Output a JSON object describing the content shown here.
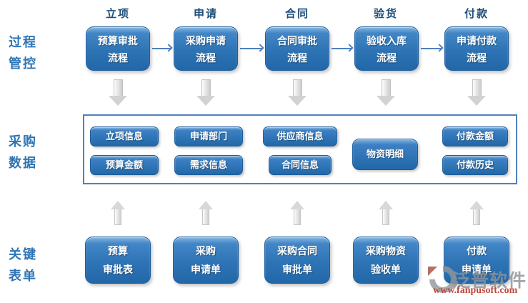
{
  "left_labels": {
    "process_control": [
      "过程",
      "管控"
    ],
    "purchase_data": [
      "采购",
      "数据"
    ],
    "key_forms": [
      "关键",
      "表单"
    ]
  },
  "columns": [
    {
      "stage": "立项",
      "process": [
        "预算审批",
        "流程"
      ],
      "data_items": [
        "立项信息",
        "预算金额"
      ],
      "form": [
        "预算",
        "审批表"
      ]
    },
    {
      "stage": "申请",
      "process": [
        "采购申请",
        "流程"
      ],
      "data_items": [
        "申请部门",
        "需求信息"
      ],
      "form": [
        "采购",
        "申请单"
      ]
    },
    {
      "stage": "合同",
      "process": [
        "合同审批",
        "流程"
      ],
      "data_items": [
        "供应商信息",
        "合同信息"
      ],
      "form": [
        "采购合同",
        "审批单"
      ]
    },
    {
      "stage": "验货",
      "process": [
        "验收入库",
        "流程"
      ],
      "data_items": [
        "物资明细"
      ],
      "form": [
        "采购物资",
        "验收单"
      ]
    },
    {
      "stage": "付款",
      "process": [
        "申请付款",
        "流程"
      ],
      "data_items": [
        "付款金额",
        "付款历史"
      ],
      "form": [
        "付款",
        "申请单"
      ]
    }
  ],
  "watermark": {
    "brand": "泛普软件",
    "url": "www.fanpusoft.com"
  },
  "colors": {
    "box_blue": "#2e74b5",
    "box_blue_light": "#85b6e2",
    "container_border": "#4f81bd",
    "stage_label_navy": "#1f4e79",
    "row_label_blue": "#2e74b5",
    "connector_blue": "#4f81bd",
    "block_arrow_gray": "#d2d2d2",
    "watermark_gray": "#8c9298",
    "watermark_red": "#bd4a3e"
  }
}
